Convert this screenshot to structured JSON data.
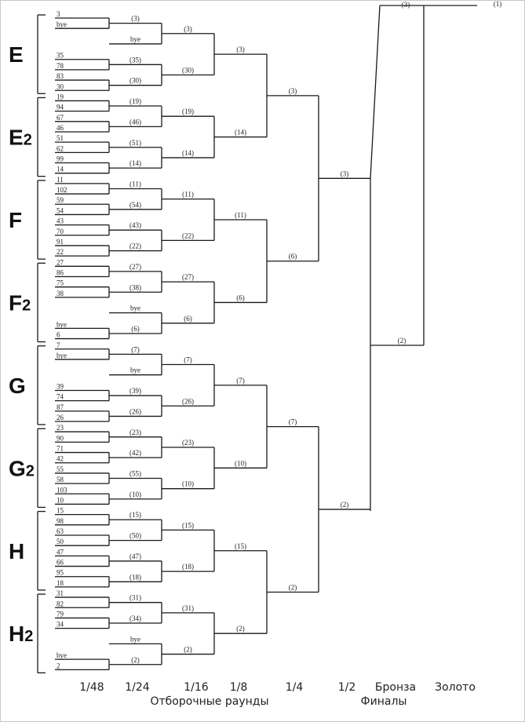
{
  "groups": [
    {
      "main": "E",
      "sub": ""
    },
    {
      "main": "E",
      "sub": "2"
    },
    {
      "main": "F",
      "sub": ""
    },
    {
      "main": "F",
      "sub": "2"
    },
    {
      "main": "G",
      "sub": ""
    },
    {
      "main": "G",
      "sub": "2"
    },
    {
      "main": "H",
      "sub": ""
    },
    {
      "main": "H",
      "sub": "2"
    }
  ],
  "bracket": {
    "round_48": [
      "3",
      "bye",
      "",
      "",
      "35",
      "78",
      "83",
      "30",
      "19",
      "94",
      "67",
      "46",
      "51",
      "62",
      "99",
      "14",
      "11",
      "102",
      "59",
      "54",
      "43",
      "70",
      "91",
      "22",
      "27",
      "86",
      "75",
      "38",
      "",
      "",
      "bye",
      "6",
      "7",
      "bye",
      "",
      "",
      "39",
      "74",
      "87",
      "26",
      "23",
      "90",
      "71",
      "42",
      "55",
      "58",
      "103",
      "10",
      "15",
      "98",
      "63",
      "50",
      "47",
      "66",
      "95",
      "18",
      "31",
      "82",
      "79",
      "34",
      "",
      "",
      "bye",
      "2"
    ],
    "round_24": [
      "(3)",
      "bye",
      "(35)",
      "(30)",
      "(19)",
      "(46)",
      "(51)",
      "(14)",
      "(11)",
      "(54)",
      "(43)",
      "(22)",
      "(27)",
      "(38)",
      "bye",
      "(6)",
      "(7)",
      "bye",
      "(39)",
      "(26)",
      "(23)",
      "(42)",
      "(55)",
      "(10)",
      "(15)",
      "(50)",
      "(47)",
      "(18)",
      "(31)",
      "(34)",
      "bye",
      "(2)"
    ],
    "round_16": [
      "(3)",
      "(30)",
      "(19)",
      "(14)",
      "(11)",
      "(22)",
      "(27)",
      "(6)",
      "(7)",
      "(26)",
      "(23)",
      "(10)",
      "(15)",
      "(18)",
      "(31)",
      "(2)"
    ],
    "round_8": [
      "(3)",
      "(14)",
      "(11)",
      "(6)",
      "(7)",
      "(10)",
      "(15)",
      "(2)"
    ],
    "round_4": [
      "(3)",
      "(6)",
      "(7)",
      "(2)"
    ],
    "round_2": [
      "(3)",
      "(2)"
    ],
    "bronze": "(3)",
    "final_loser": "(2)",
    "gold": "(1)"
  },
  "rounds": {
    "r48": "1/48",
    "r24": "1/24",
    "r16": "1/16",
    "r8": "1/8",
    "r4": "1/4",
    "r2": "1/2",
    "bronze": "Бронза",
    "gold": "Золото",
    "qualifying": "Отборочные раунды",
    "finals": "Финалы"
  }
}
